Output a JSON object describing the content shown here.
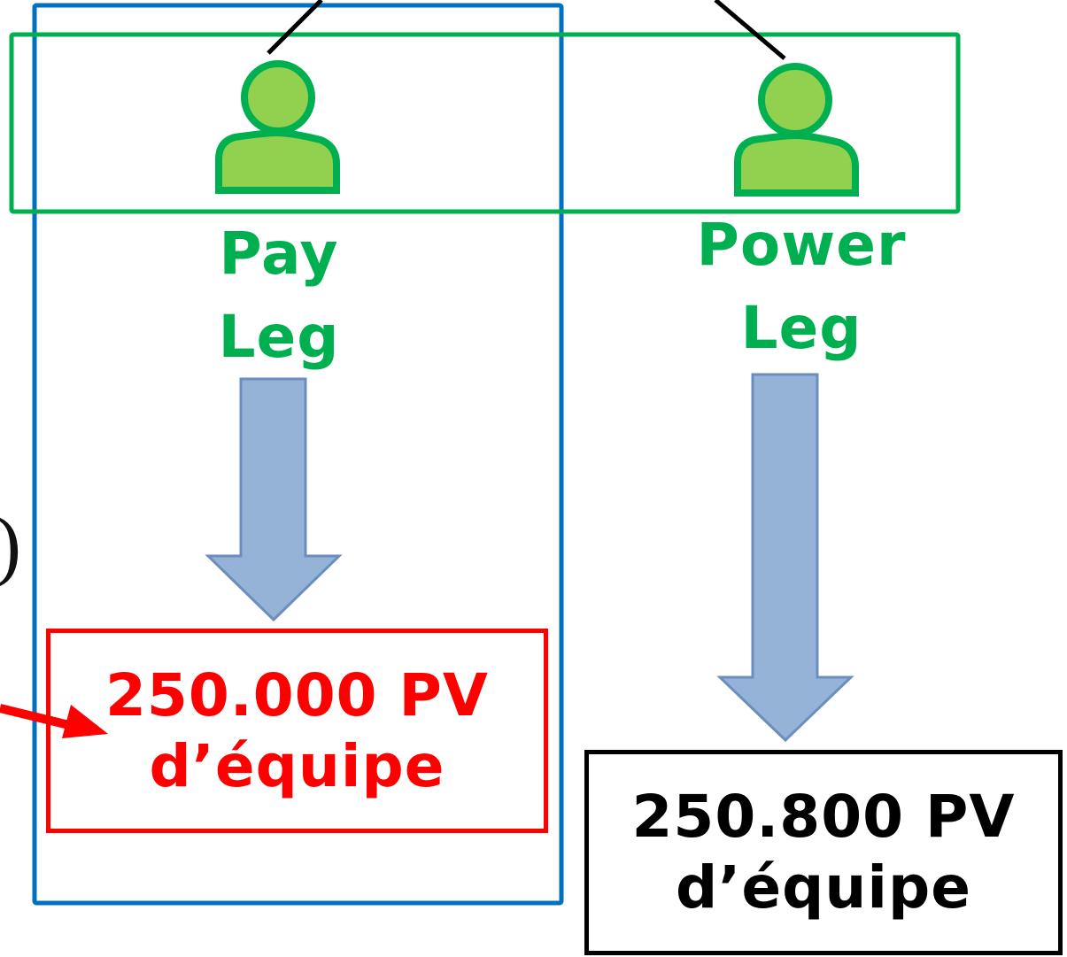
{
  "colors": {
    "green": "#00B050",
    "person_fill": "#92D050",
    "blue_frame": "#0070C0",
    "red": "#FF0000",
    "arrow_fill": "#95B3D7",
    "arrow_stroke": "#6C8EBF",
    "black": "#000000"
  },
  "legs": [
    {
      "label_line1": "Pay",
      "label_line2": "Leg",
      "icon": "person-icon",
      "pv_value": "250.000 PV",
      "pv_unit": "d’équipe"
    },
    {
      "label_line1": "Power",
      "label_line2": "Leg",
      "icon": "person-icon",
      "pv_value": "250.800 PV",
      "pv_unit": "d’équipe"
    }
  ],
  "fragments": {
    "paren": ")"
  }
}
